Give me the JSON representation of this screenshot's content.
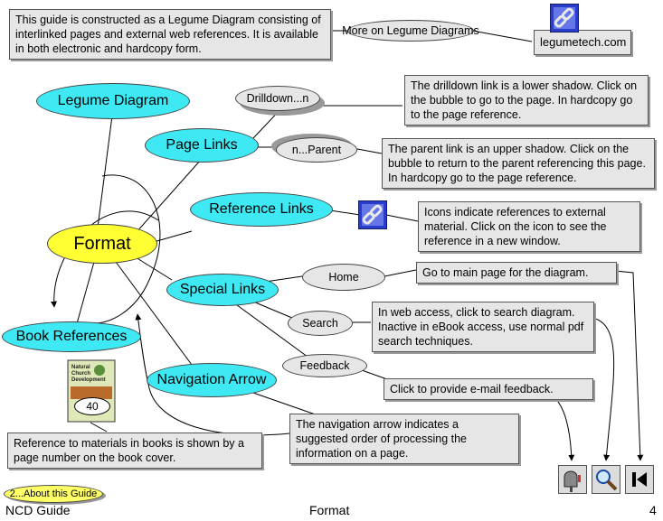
{
  "bubbles": {
    "more_legume": "More on Legume Diagrams",
    "legume_diagram": "Legume Diagram",
    "drilldown": "Drilldown...n",
    "page_links": "Page Links",
    "parent": "n...Parent",
    "reference_links": "Reference Links",
    "format": "Format",
    "special_links": "Special Links",
    "home": "Home",
    "search": "Search",
    "book_references": "Book References",
    "feedback": "Feedback",
    "navigation_arrow": "Navigation Arrow",
    "about_guide": "2...About this Guide"
  },
  "boxes": {
    "intro": "This guide is constructed as a Legume Diagram consisting of interlinked pages and external web references.  It is available in both electronic and hardcopy form.",
    "legumetech": "legumetech.com",
    "drilldown_desc": "The drilldown link is a lower shadow. Click on the bubble to go to the page.  In hardcopy go to the page reference.",
    "parent_desc": "The parent link is an upper shadow.  Click on the bubble to return to the parent referencing this page.  In hardcopy go to the page reference.",
    "icons_desc": "Icons indicate references to external material.  Click on the icon to see the reference in a new window.",
    "home_desc": "Go to main page for the diagram.",
    "search_desc": "In web access, click to search diagram.  Inactive in eBook access, use normal pdf search techniques.",
    "feedback_desc": "Click to provide e-mail feedback.",
    "nav_desc": "The navigation arrow indicates a suggested order of processing the information on a page.",
    "book_desc": "Reference to materials in books is shown by a page number on the book cover."
  },
  "book": {
    "title": "Natural Church Development",
    "page_number": "40"
  },
  "footer": {
    "left": "NCD Guide",
    "center": "Format",
    "right": "4"
  },
  "icons": {
    "link_icon": "chain-link-icon",
    "mailbox": "mailbox-icon",
    "search": "magnifier-icon",
    "home": "skip-to-start-icon"
  }
}
